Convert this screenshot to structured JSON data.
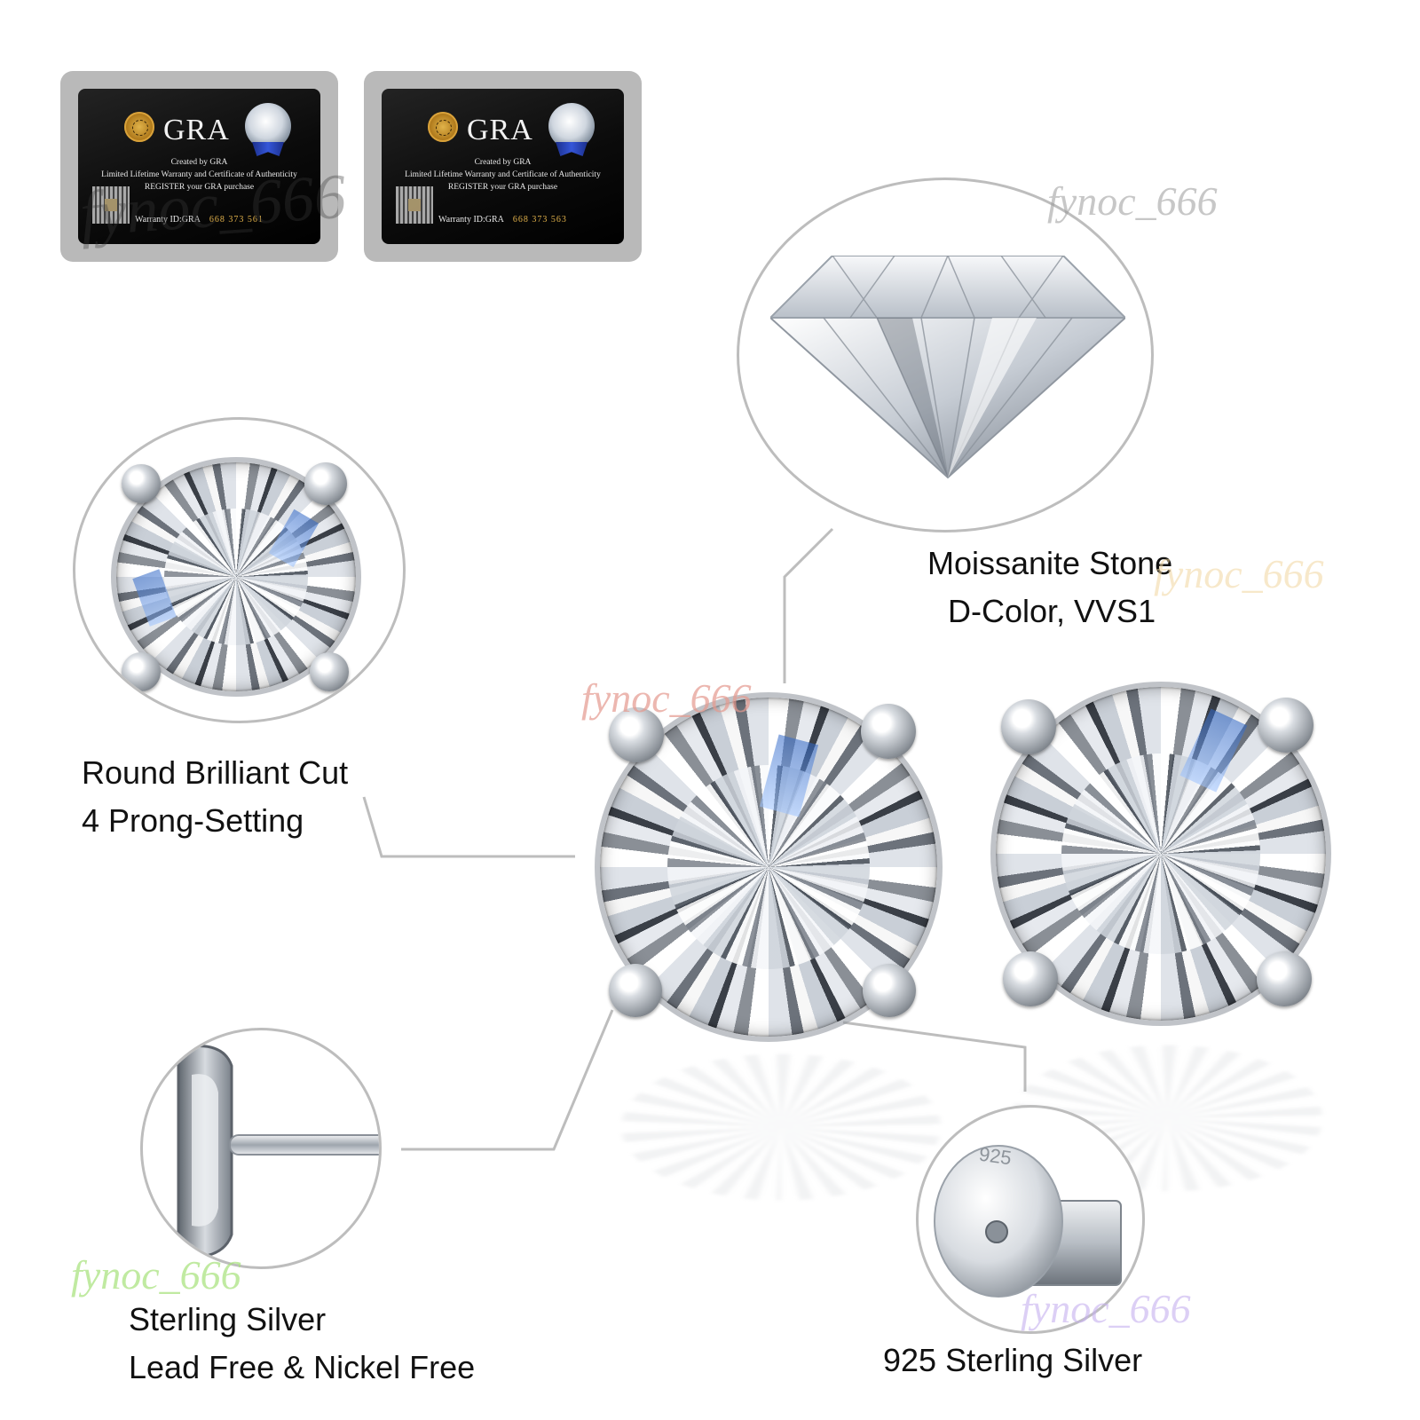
{
  "cards": [
    {
      "title": "GRA",
      "line1": "Created by GRA",
      "line2": "Limited Lifetime Warranty and Certificate of Authenticity",
      "line3": "REGISTER your GRA purchase",
      "warranty_label": "Warranty ID:GRA",
      "warranty_number": "668 373 561"
    },
    {
      "title": "GRA",
      "line1": "Created by GRA",
      "line2": "Limited Lifetime Warranty and Certificate of Authenticity",
      "line3": "REGISTER your GRA purchase",
      "warranty_label": "Warranty ID:GRA",
      "warranty_number": "668 373 563"
    }
  ],
  "labels": {
    "stone": {
      "line1": "Moissanite Stone",
      "line2": "D-Color, VVS1"
    },
    "cut": {
      "line1": "Round Brilliant Cut",
      "line2": "4 Prong-Setting"
    },
    "post": {
      "line1": "Sterling Silver",
      "line2": "Lead Free & Nickel Free"
    },
    "back": {
      "line1": "925 Sterling Silver"
    }
  },
  "backing_stamp": "925",
  "watermarks": [
    {
      "text": "fynoc_666",
      "color": "#9a9a9a"
    },
    {
      "text": "fynoc_666",
      "color": "#e59a8f"
    },
    {
      "text": "fynoc_666",
      "color": "#f2d6a0"
    },
    {
      "text": "fynoc_666",
      "color": "#a6e27a"
    },
    {
      "text": "fynoc_666",
      "color": "#c6b0f0"
    },
    {
      "text": "fynoc_666",
      "color": "#3a3a3a"
    }
  ],
  "colors": {
    "outline": "#bdbdbd",
    "text": "#111111",
    "card_bg": "#0b0b0b",
    "card_gold": "#e2b24b"
  }
}
